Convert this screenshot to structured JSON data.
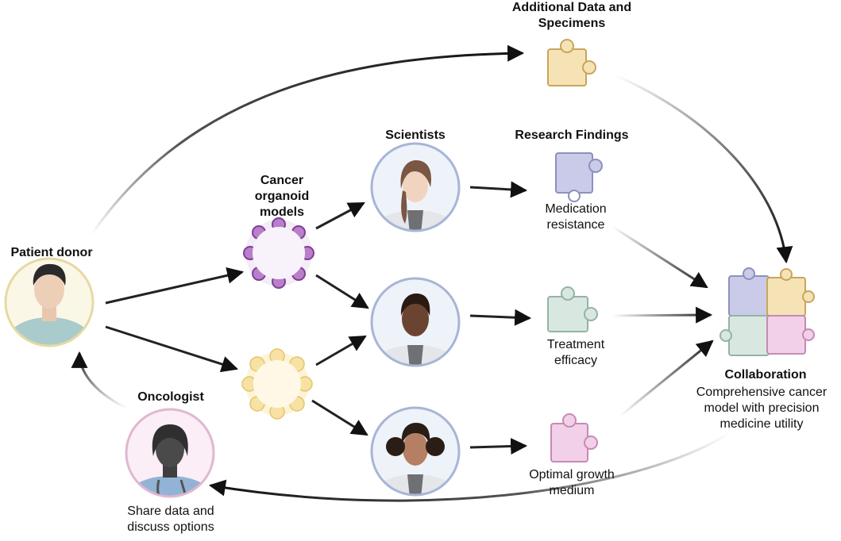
{
  "labels": {
    "patient_donor": "Patient donor",
    "cancer_organoid_1": "Cancer",
    "cancer_organoid_2": "organoid",
    "cancer_organoid_3": "models",
    "scientists": "Scientists",
    "research_findings": "Research Findings",
    "additional_1": "Additional Data and",
    "additional_2": "Specimens",
    "medication_1": "Medication",
    "medication_2": "resistance",
    "treatment_1": "Treatment",
    "treatment_2": "efficacy",
    "growth_1": "Optimal growth",
    "growth_2": "medium",
    "collaboration": "Collaboration",
    "collab_desc_1": "Comprehensive cancer",
    "collab_desc_2": "model with precision",
    "collab_desc_3": "medicine utility",
    "oncologist": "Oncologist",
    "share_1": "Share data and",
    "share_2": "discuss options"
  },
  "colors": {
    "puzzle_yellow": "#f2dba6",
    "puzzle_blue": "#c7c9e6",
    "puzzle_green": "#d3e4dc",
    "puzzle_pink": "#f1c9e6",
    "organoid_purple": "#8a4fa3",
    "organoid_yellow": "#f2d48a",
    "patient_ring": "#e8dca6",
    "scientist_ring": "#a9b6d8",
    "oncologist_ring": "#e3b9d4"
  },
  "icons": [
    "patient-avatar",
    "scientist-avatar",
    "oncologist-avatar",
    "organoid-icon",
    "puzzle-piece-icon"
  ]
}
